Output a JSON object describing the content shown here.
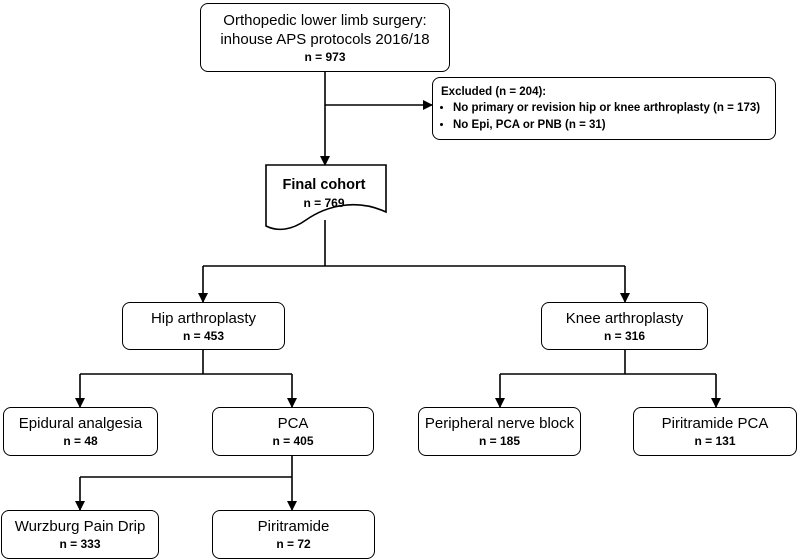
{
  "top": {
    "line1": "Orthopedic lower limb surgery:",
    "line2": "inhouse APS protocols 2016/18",
    "n": "n = 973"
  },
  "excluded": {
    "header": "Excluded (n = 204):",
    "items": [
      "No primary or revision hip or knee arthroplasty (n = 173)",
      "No Epi, PCA or PNB (n = 31)"
    ]
  },
  "cohort": {
    "title": "Final cohort",
    "n": "n = 769"
  },
  "hip": {
    "title": "Hip arthroplasty",
    "n": "n = 453"
  },
  "knee": {
    "title": "Knee arthroplasty",
    "n": "n = 316"
  },
  "epidural": {
    "title": "Epidural analgesia",
    "n": "n = 48"
  },
  "pca": {
    "title": "PCA",
    "n": "n = 405"
  },
  "pnb": {
    "title": "Peripheral nerve block",
    "n": "n = 185"
  },
  "piritramide_pca": {
    "title": "Piritramide PCA",
    "n": "n = 131"
  },
  "wurzburg": {
    "title": "Wurzburg Pain Drip",
    "n": "n = 333"
  },
  "piritramide": {
    "title": "Piritramide",
    "n": "n = 72"
  }
}
